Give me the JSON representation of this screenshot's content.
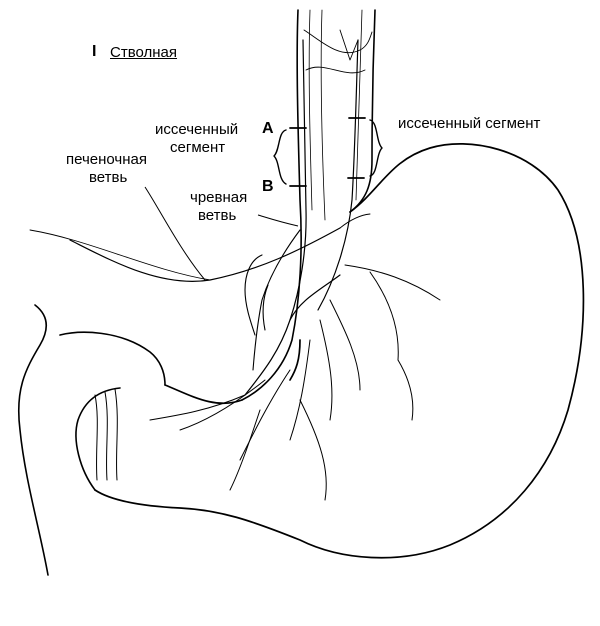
{
  "labels": {
    "section_numeral": "I",
    "section_title": "Стволная",
    "excised_left_1": "иссеченный",
    "excised_left_2": "сегмент",
    "excised_right": "иссеченный сегмент",
    "hepatic_1": "печеночная",
    "hepatic_2": "ветвь",
    "celiac_1": "чревная",
    "celiac_2": "ветвь",
    "point_a": "A",
    "point_b": "B"
  }
}
